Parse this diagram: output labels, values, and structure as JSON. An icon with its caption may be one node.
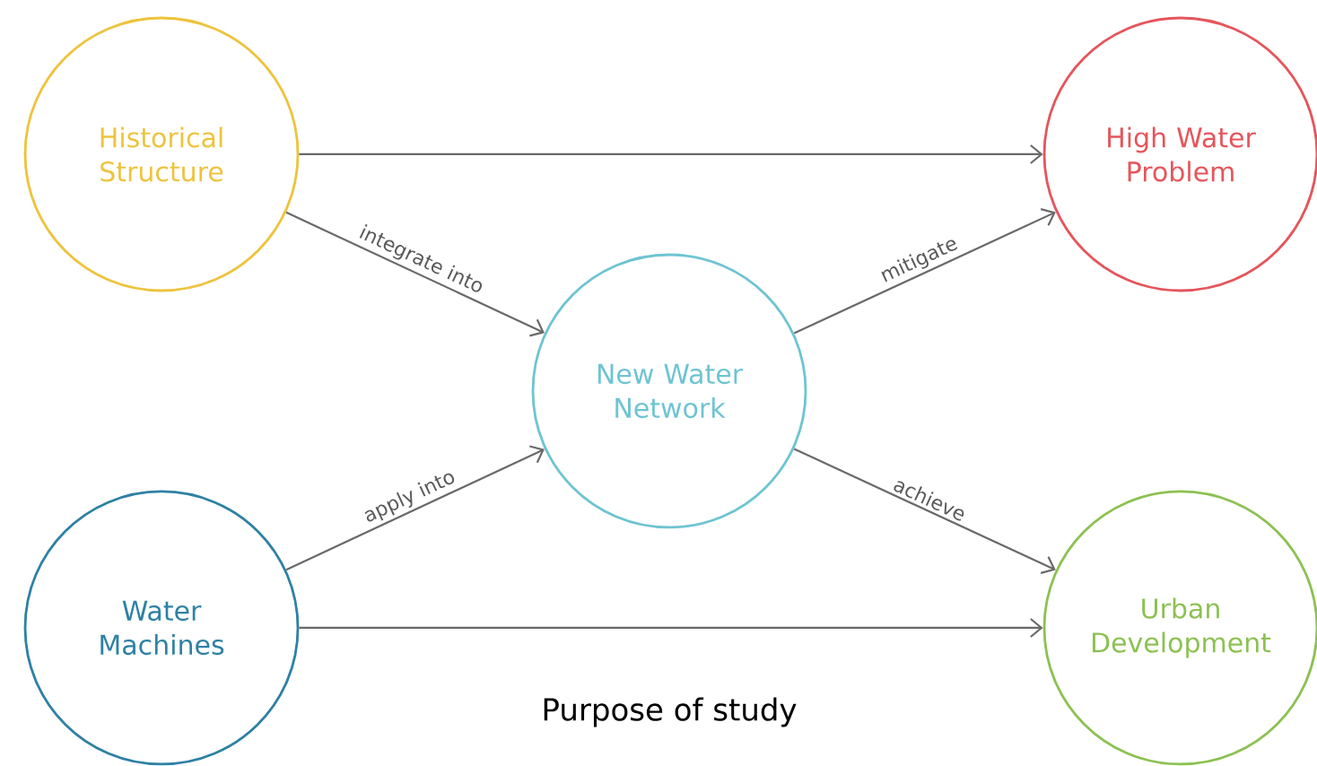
{
  "diagram": {
    "caption": "Purpose of study",
    "nodes": [
      {
        "text": [
          "Historical Structure"
        ]
      },
      {
        "text": [
          "New Water Network"
        ]
      },
      {
        "text": [
          "Water Machines"
        ]
      },
      {
        "text": [
          "High Water Problem"
        ]
      },
      {
        "text": [
          "Urban Development"
        ]
      }
    ],
    "edges": [
      {
        "from": 0,
        "to": 3,
        "arrow": "to"
      },
      {
        "from": 0,
        "to": 1,
        "arrow": "to",
        "label": "integrate into"
      },
      {
        "from": 2,
        "to": 1,
        "arrow": "to",
        "label": "apply into"
      },
      {
        "from": 1,
        "to": 3,
        "arrow": "to",
        "label": "mitigate"
      },
      {
        "from": 1,
        "to": 4,
        "arrow": "to",
        "label": "achieve"
      },
      {
        "from": 2,
        "to": 4,
        "arrow": "to"
      }
    ]
  }
}
